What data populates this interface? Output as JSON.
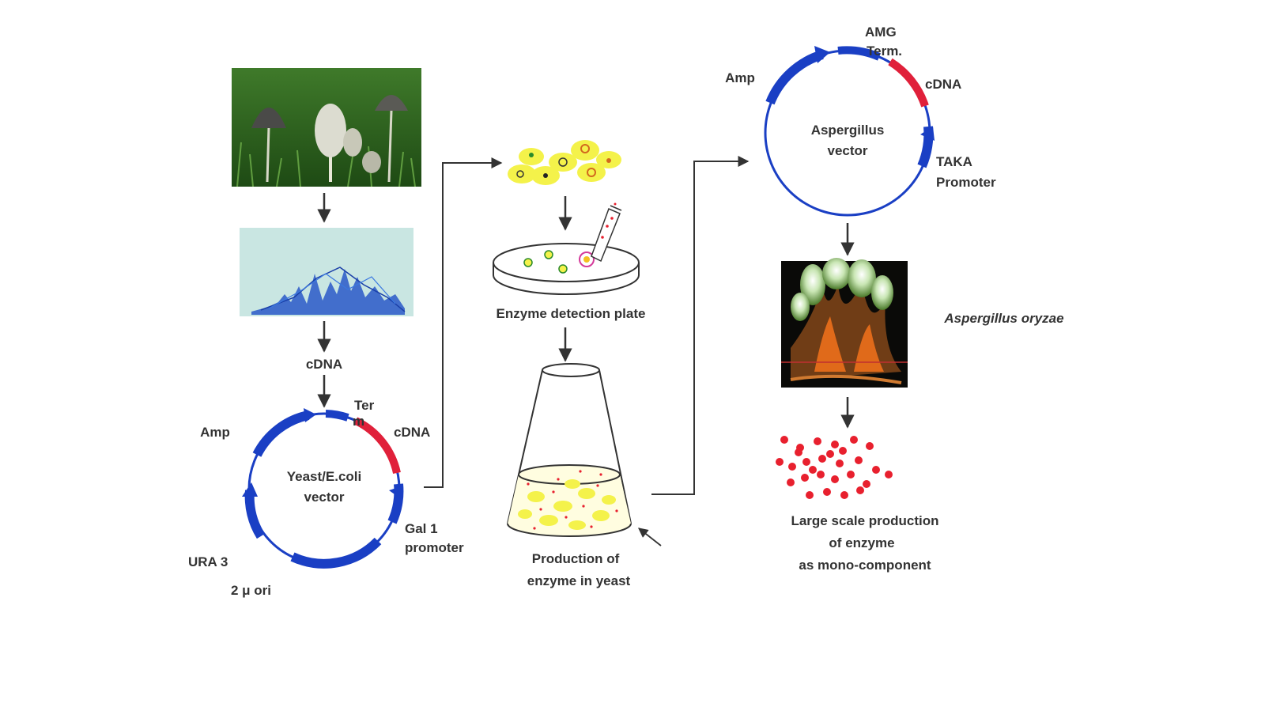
{
  "colors": {
    "vector_blue": "#1a3fc4",
    "insert_red": "#e0203a",
    "colony_yellow": "#f4f24a",
    "enzyme_red": "#e8202e",
    "arrow": "#333333",
    "text": "#333333"
  },
  "icons": [
    "mushroom-photo",
    "chromatogram-image",
    "yeast-plasmid",
    "yeast-colonies",
    "petri-dish",
    "pipette",
    "fermentation-flask",
    "aspergillus-plasmid",
    "aspergillus-micrograph",
    "enzyme-dots"
  ],
  "yeast_vector": {
    "title_line1": "Yeast/E.coli",
    "title_line2": "vector",
    "amp": "Amp",
    "ter_line1": "Ter",
    "ter_line2": "m",
    "cdna": "cDNA",
    "gal_line1": "Gal 1",
    "gal_line2": "promoter",
    "ura": "URA 3",
    "ori": "2 μ ori"
  },
  "cdna_label": "cDNA",
  "detection": {
    "label": "Enzyme detection plate"
  },
  "flask": {
    "line1": "Production of",
    "line2": "enzyme in yeast"
  },
  "aspergillus_vector": {
    "title_line1": "Aspergillus",
    "title_line2": "vector",
    "amp": "Amp",
    "amg_line1": "AMG",
    "amg_line2": "Term.",
    "cdna": "cDNA",
    "taka_line1": "TAKA",
    "taka_line2": "Promoter"
  },
  "organism": {
    "name": "Aspergillus oryzae"
  },
  "production": {
    "line1": "Large scale production",
    "line2": "of enzyme",
    "line3": "as mono-component"
  }
}
